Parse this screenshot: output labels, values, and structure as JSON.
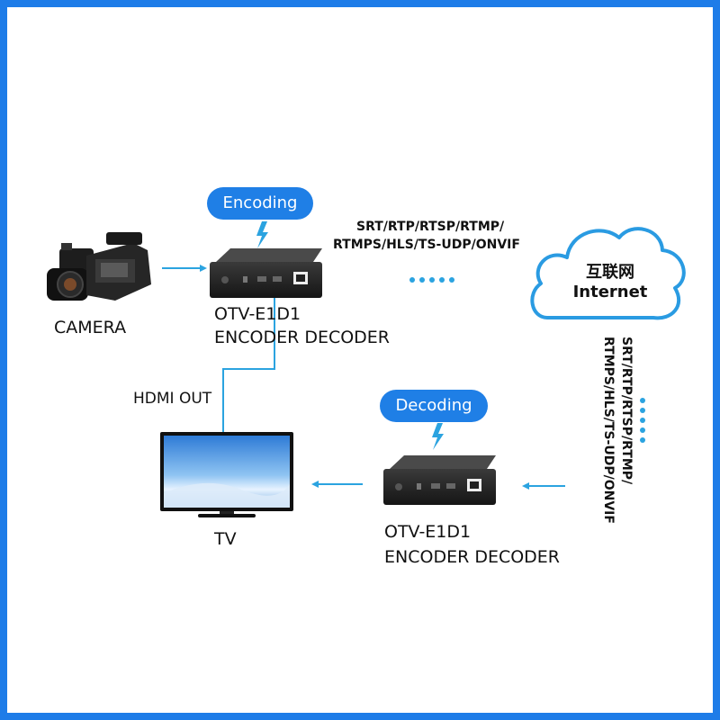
{
  "encoder": {
    "badge": "Encoding",
    "model": "OTV-E1D1",
    "description": "ENCODER DECODER"
  },
  "decoder": {
    "badge": "Decoding",
    "model": "OTV-E1D1",
    "description": "ENCODER DECODER"
  },
  "camera": {
    "label": "CAMERA",
    "icon": "camera-icon"
  },
  "tv": {
    "label": "TV",
    "icon": "tv-icon"
  },
  "hdmi": {
    "label": "HDMI OUT"
  },
  "cloud": {
    "line1": "互联网",
    "line2": "Internet",
    "icon": "cloud-icon"
  },
  "protocols_top": {
    "line1": "SRT/RTP/RTSP/RTMP/",
    "line2": "RTMPS/HLS/TS-UDP/ONVIF"
  },
  "protocols_side": {
    "line1": "SRT/RTP/RTSP/RTMP/",
    "line2": "RTMPS/HLS/TS-UDP/ONVIF"
  },
  "colors": {
    "accent": "#1F7FE6",
    "line": "#2BA3E0",
    "frame": "#1E7CE8"
  }
}
